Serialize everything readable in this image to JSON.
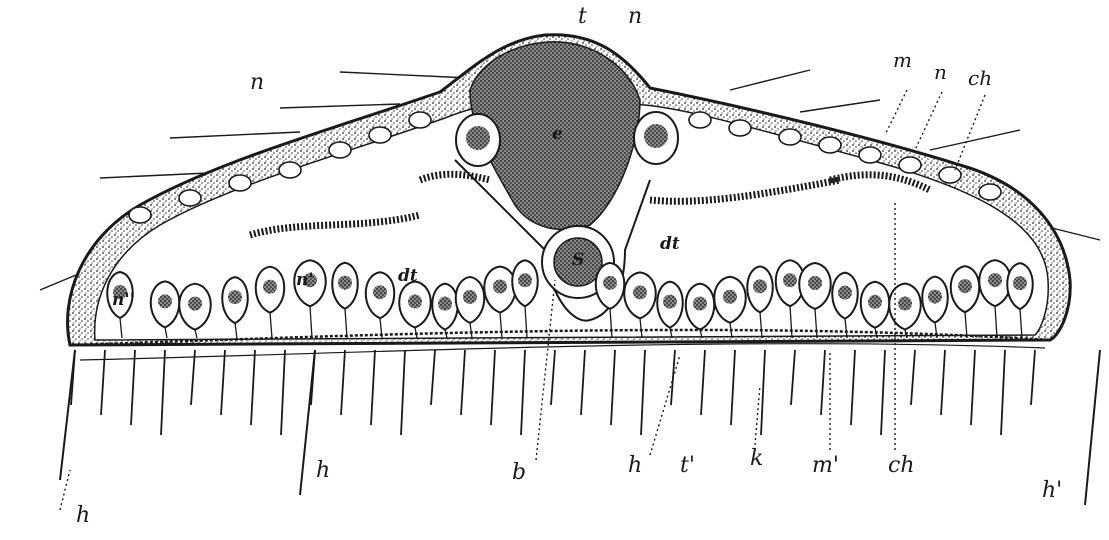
{
  "figure": {
    "ink_color": "#1a1a1a",
    "paper_color": "#ffffff",
    "shading_color": "#5a5a5a"
  },
  "labels": {
    "t": "t",
    "n_top": "n",
    "n_left": "n",
    "m": "m",
    "n_right": "n",
    "ch_top": "ch",
    "e": "e",
    "n_inner": "n'",
    "n_far_left": "n''",
    "dt_left": "dt",
    "dt_right": "dt",
    "s": "S",
    "h_left": "h",
    "h_mid": "h",
    "b": "b",
    "h_center": "h",
    "t_prime": "t'",
    "k": "k",
    "m_prime": "m'",
    "ch_bottom": "ch",
    "h_prime": "h'"
  }
}
